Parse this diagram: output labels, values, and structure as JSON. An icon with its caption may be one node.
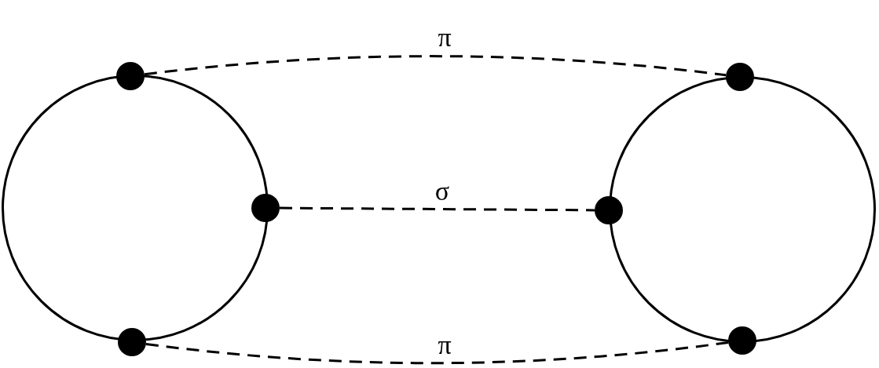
{
  "diagram": {
    "nodes": [
      {
        "text": [],
        "shape": "circle"
      },
      {
        "text": [],
        "shape": "circle"
      },
      {
        "text": [],
        "shape": "circle"
      },
      {
        "text": [],
        "shape": "circle"
      },
      {
        "text": [],
        "shape": "circle"
      },
      {
        "text": [],
        "shape": "circle"
      },
      {
        "text": [],
        "shape": "circle"
      },
      {
        "text": [],
        "shape": "circle"
      }
    ],
    "edges": [
      {
        "from": 0,
        "to": 4,
        "arrow": "none",
        "label": "π",
        "style": "dashed"
      },
      {
        "from": 2,
        "to": 3,
        "arrow": "none",
        "label": "σ",
        "style": "dashed"
      },
      {
        "from": 1,
        "to": 5,
        "arrow": "none",
        "label": "π",
        "style": "dashed"
      }
    ]
  }
}
